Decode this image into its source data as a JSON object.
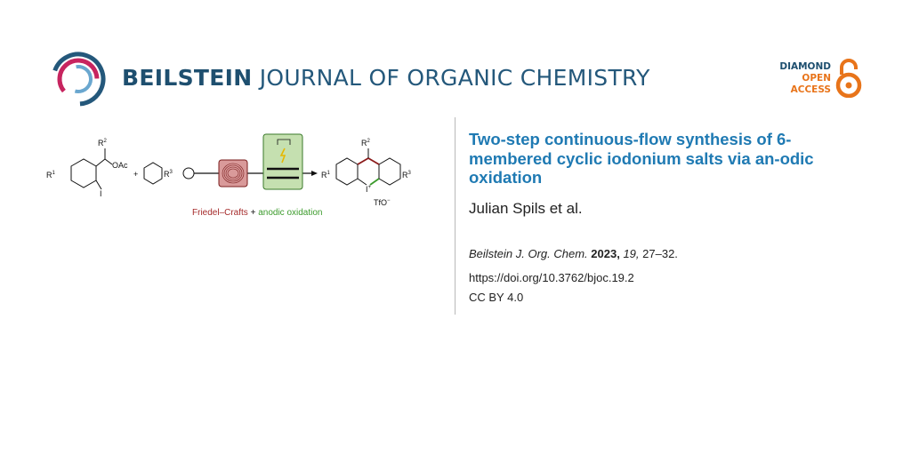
{
  "header": {
    "journal_name_bold": "BEILSTEIN",
    "journal_name_rest": "JOURNAL OF ORGANIC CHEMISTRY",
    "open_access": {
      "line1": "DIAMOND",
      "line2": "OPEN",
      "line3": "ACCESS"
    }
  },
  "colors": {
    "brand_blue": "#1e4f6f",
    "title_blue": "#1f7ab3",
    "oa_orange": "#e8741a",
    "friedel_red": "#a52a2a",
    "anodic_green": "#3a9a2a"
  },
  "scheme": {
    "r1": "R",
    "r1_sup": "1",
    "r2": "R",
    "r2_sup": "2",
    "oac": "OAc",
    "iodo": "I",
    "plus": "+",
    "r3": "R",
    "r3_sup": "3",
    "prod_r1": "R",
    "prod_r1_sup": "1",
    "prod_r2": "R",
    "prod_r2_sup": "2",
    "prod_r3": "R",
    "prod_r3_sup": "3",
    "prod_i": "I",
    "prod_i_sup": "+",
    "tfo": "TfO",
    "tfo_sup": "−",
    "caption_red": "Friedel–Crafts",
    "caption_plus": " + ",
    "caption_green": "anodic oxidation"
  },
  "article": {
    "title": "Two-step continuous-flow synthesis of 6-membered cyclic iodonium salts via an-odic oxidation",
    "authors": "Julian Spils et al.",
    "journal_abbrev": "Beilstein J. Org. Chem.",
    "year": "2023,",
    "volume": "19,",
    "pages": "27–32.",
    "doi": "https://doi.org/10.3762/bjoc.19.2",
    "license": "CC BY 4.0"
  }
}
